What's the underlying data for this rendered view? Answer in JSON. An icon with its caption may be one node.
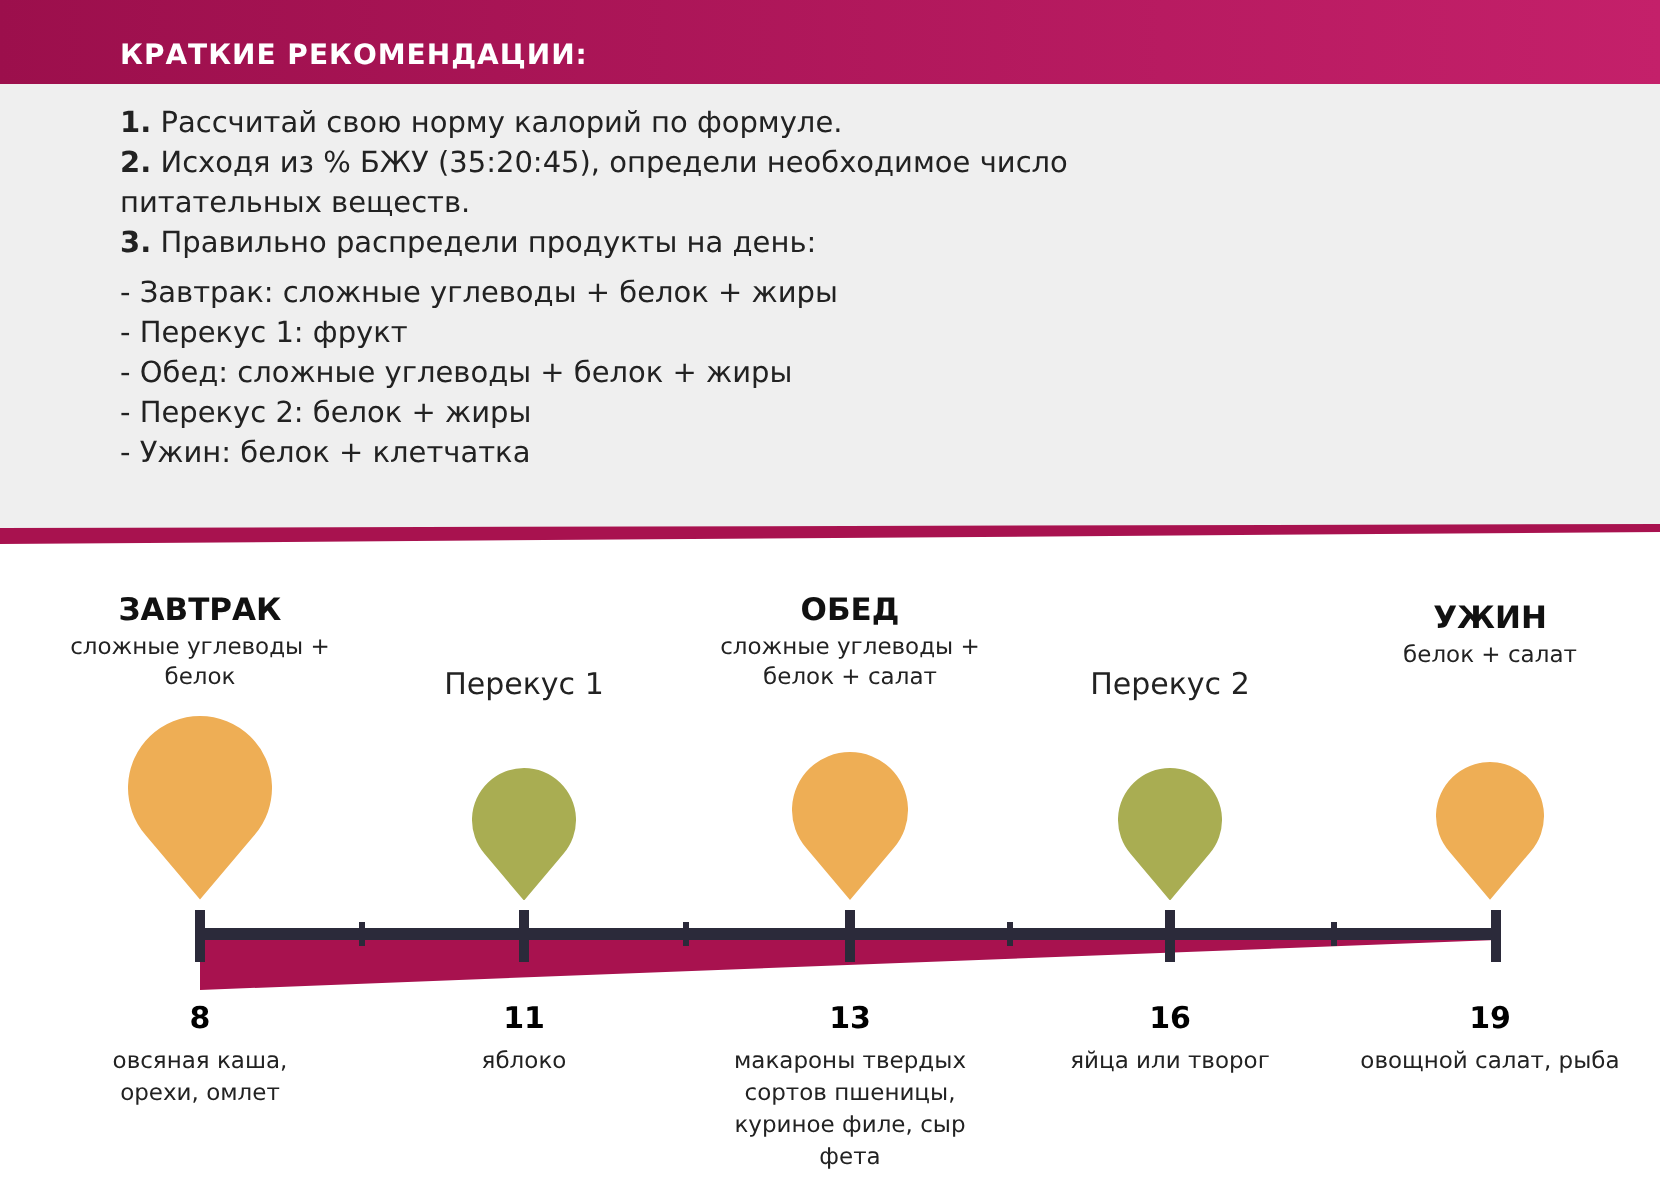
{
  "diagram": {
    "title": "КРАТКИЕ РЕКОМЕНДАЦИИ:",
    "nodes": [
      {
        "text": [
          "ЗАВТРАК",
          "сложные углеводы + белок"
        ],
        "beside": [
          "8",
          "овсяная каша, орехи, омлет"
        ]
      },
      {
        "text": [
          "Перекус 1"
        ],
        "beside": [
          "11",
          "яблоко"
        ]
      },
      {
        "text": [
          "ОБЕД",
          "сложные углеводы + белок + салат"
        ],
        "beside": [
          "13",
          "макароны твердых сортов пшеницы, куриное филе, сыр фета"
        ]
      },
      {
        "text": [
          "Перекус 2"
        ],
        "beside": [
          "16",
          "яйца или творог"
        ]
      },
      {
        "text": [
          "УЖИН",
          "белок + салат"
        ],
        "beside": [
          "19",
          "овощной салат, рыба"
        ]
      }
    ],
    "labels": [
      "**1.** Рассчитай свою норму калорий по формуле.",
      "**2.** Исходя из % БЖУ (35:20:45), определи необходимое число питательных веществ.",
      "**3.** Правильно распредели продукты на день:",
      "- Завтрак: сложные углеводы + белок + жиры",
      "- Перекус 1: фрукт",
      "- Обед: сложные углеводы + белок + жиры",
      "- Перекус 2: белок + жиры",
      "- Ужин: белок + клетчатка"
    ]
  }
}
